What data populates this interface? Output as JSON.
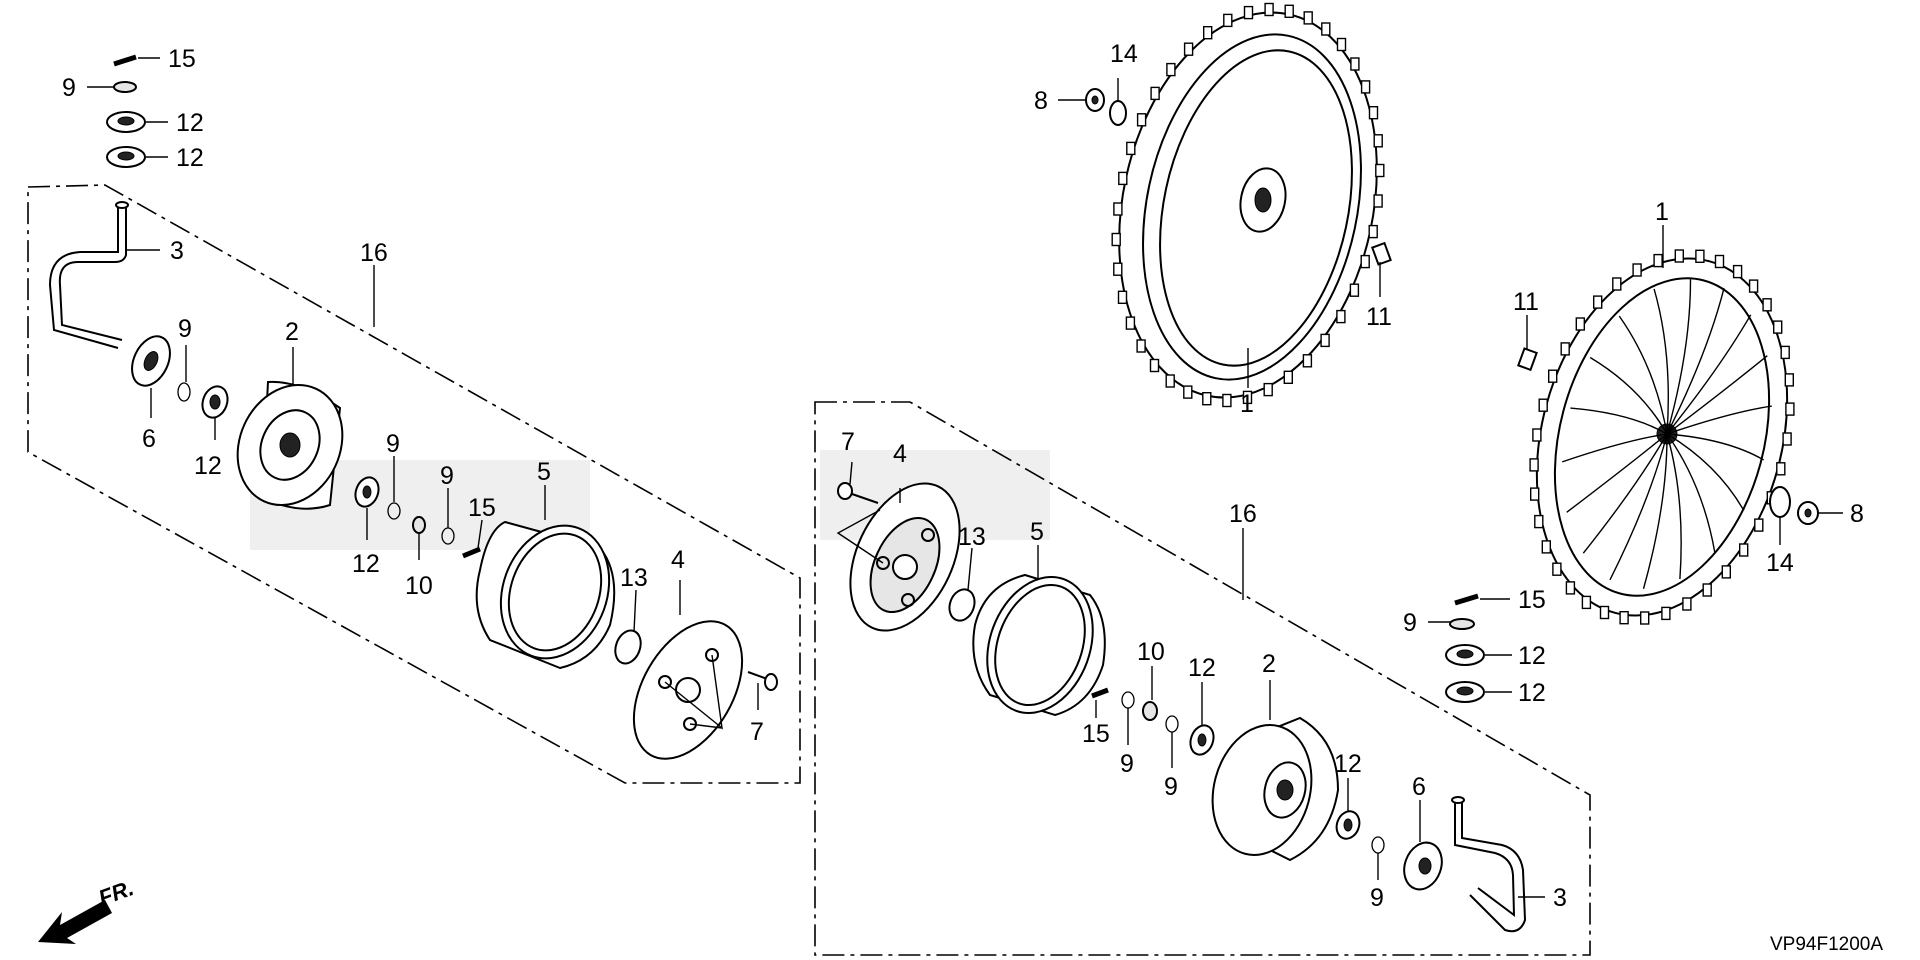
{
  "diagram": {
    "code": "VP94F1200A",
    "direction_label": "FR.",
    "callouts": [
      {
        "id": "l-15a",
        "text": "15"
      },
      {
        "id": "l-9a",
        "text": "9"
      },
      {
        "id": "l-12a",
        "text": "12"
      },
      {
        "id": "l-12b",
        "text": "12"
      },
      {
        "id": "l-3a",
        "text": "3"
      },
      {
        "id": "l-16a",
        "text": "16"
      },
      {
        "id": "l-9b",
        "text": "9"
      },
      {
        "id": "l-2a",
        "text": "2"
      },
      {
        "id": "l-6a",
        "text": "6"
      },
      {
        "id": "l-12c",
        "text": "12"
      },
      {
        "id": "l-9c",
        "text": "9"
      },
      {
        "id": "l-9d",
        "text": "9"
      },
      {
        "id": "l-5a",
        "text": "5"
      },
      {
        "id": "l-15b",
        "text": "15"
      },
      {
        "id": "l-12d",
        "text": "12"
      },
      {
        "id": "l-10a",
        "text": "10"
      },
      {
        "id": "l-13a",
        "text": "13"
      },
      {
        "id": "l-4a",
        "text": "4"
      },
      {
        "id": "l-7a",
        "text": "7"
      },
      {
        "id": "l-14a",
        "text": "14"
      },
      {
        "id": "l-8a",
        "text": "8"
      },
      {
        "id": "l-11a",
        "text": "11"
      },
      {
        "id": "l-1a",
        "text": "1"
      },
      {
        "id": "l-1b",
        "text": "1"
      },
      {
        "id": "l-11b",
        "text": "11"
      },
      {
        "id": "l-8b",
        "text": "8"
      },
      {
        "id": "l-14b",
        "text": "14"
      },
      {
        "id": "l-7b",
        "text": "7"
      },
      {
        "id": "l-4b",
        "text": "4"
      },
      {
        "id": "l-13b",
        "text": "13"
      },
      {
        "id": "l-5b",
        "text": "5"
      },
      {
        "id": "l-16b",
        "text": "16"
      },
      {
        "id": "l-15c",
        "text": "15"
      },
      {
        "id": "l-9e",
        "text": "9"
      },
      {
        "id": "l-12e",
        "text": "12"
      },
      {
        "id": "l-12f",
        "text": "12"
      },
      {
        "id": "l-10b",
        "text": "10"
      },
      {
        "id": "l-12g",
        "text": "12"
      },
      {
        "id": "l-2b",
        "text": "2"
      },
      {
        "id": "l-15d",
        "text": "15"
      },
      {
        "id": "l-9f",
        "text": "9"
      },
      {
        "id": "l-9g",
        "text": "9"
      },
      {
        "id": "l-12h",
        "text": "12"
      },
      {
        "id": "l-6b",
        "text": "6"
      },
      {
        "id": "l-9h",
        "text": "9"
      },
      {
        "id": "l-3b",
        "text": "3"
      }
    ]
  }
}
